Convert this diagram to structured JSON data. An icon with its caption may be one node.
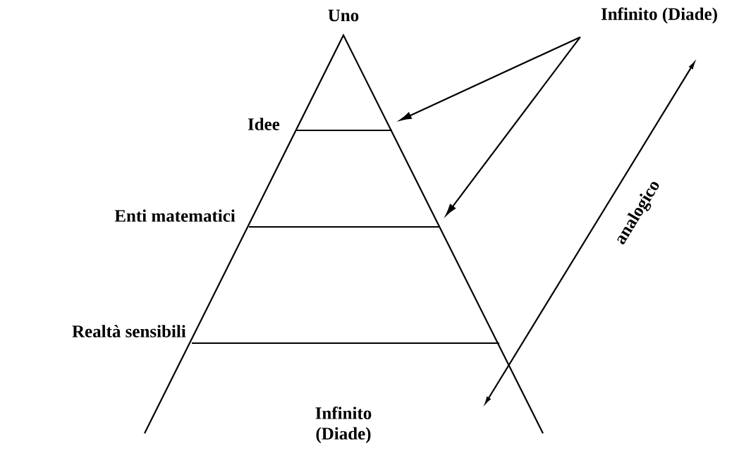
{
  "diagram": {
    "nodes": [
      {
        "text": [
          "Infinito (Diade)"
        ]
      },
      {
        "text": [],
        "shape": "bar"
      },
      {
        "text": [],
        "shape": "bar"
      },
      {
        "text": [],
        "shape": "bar"
      }
    ],
    "edges": [
      {
        "from": 0,
        "to": 1,
        "arrow": "to"
      },
      {
        "from": 0,
        "to": 2,
        "arrow": "to"
      }
    ],
    "labels": [
      "Uno",
      "Idee",
      "Enti matematici",
      "Realtà sensibili",
      "Infinito (Diade)",
      "analogico"
    ]
  }
}
